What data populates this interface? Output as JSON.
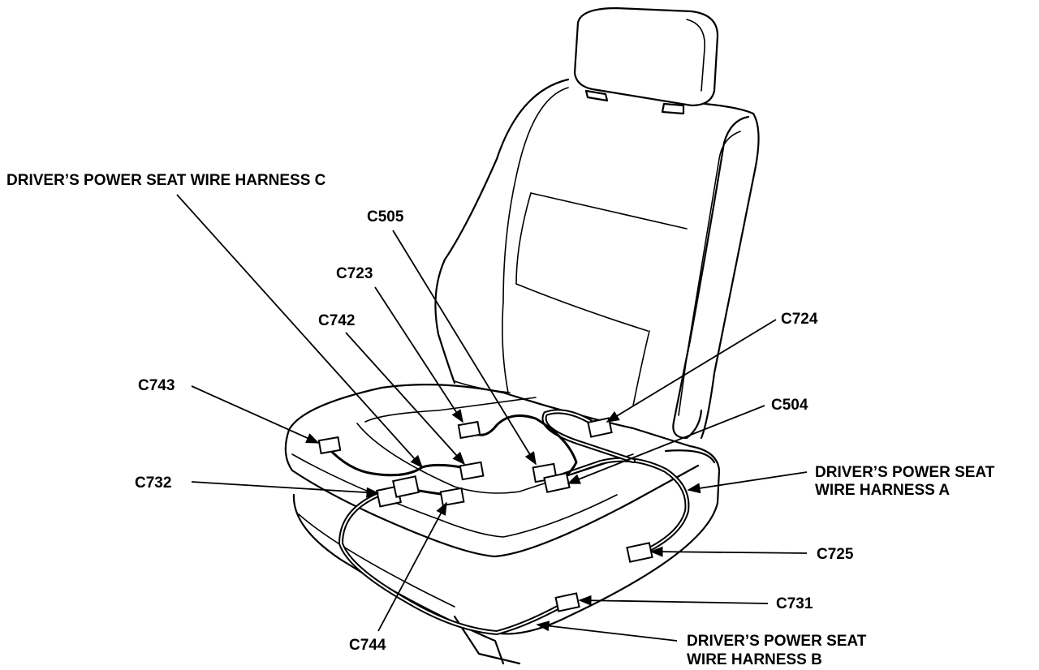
{
  "labels": {
    "harness_c": "DRIVER’S POWER SEAT WIRE HARNESS C",
    "harness_a_line1": "DRIVER’S POWER SEAT",
    "harness_a_line2": "WIRE HARNESS A",
    "harness_b_line1": "DRIVER’S POWER SEAT",
    "harness_b_line2": "WIRE HARNESS B",
    "c505": "C505",
    "c723": "C723",
    "c742": "C742",
    "c743": "C743",
    "c732": "C732",
    "c744": "C744",
    "c724": "C724",
    "c504": "C504",
    "c725": "C725",
    "c731": "C731"
  }
}
